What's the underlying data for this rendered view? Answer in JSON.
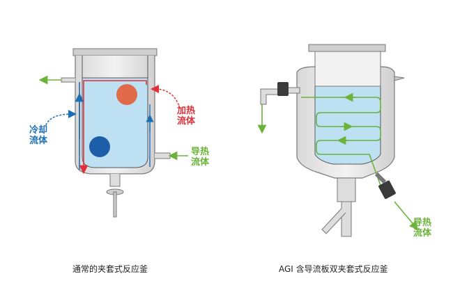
{
  "left_diagram": {
    "label_heat": [
      "加热",
      "流体"
    ],
    "label_cool": [
      "冷却",
      "流体"
    ],
    "label_flow": [
      "导热",
      "流体"
    ],
    "caption": "通常的夹套式反应釜",
    "colors": {
      "heat": "#e0313a",
      "cool": "#1c6fb5",
      "flow": "#6bb33a"
    }
  },
  "right_diagram": {
    "label_flow": [
      "导热",
      "流体"
    ],
    "caption": "AGI 含导流板双夹套式反应釜",
    "colors": {
      "flow": "#6bb33a"
    }
  }
}
